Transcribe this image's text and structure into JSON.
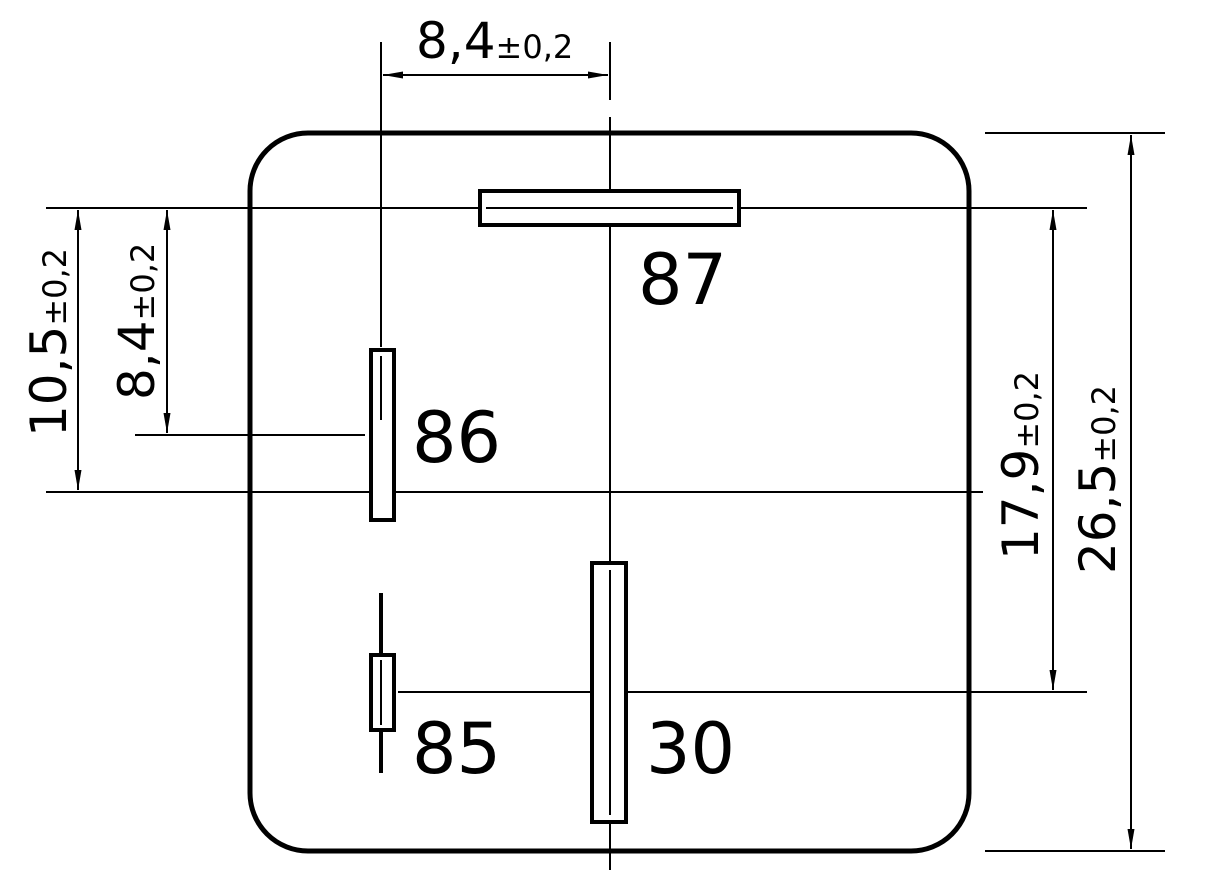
{
  "pins": {
    "p87": "87",
    "p86": "86",
    "p85": "85",
    "p30": "30"
  },
  "dimensions": {
    "top_spacing": {
      "value": "8,4",
      "tolerance": "±0,2"
    },
    "left_outer": {
      "value": "10,5",
      "tolerance": "±0,2"
    },
    "left_inner": {
      "value": "8,4",
      "tolerance": "±0,2"
    },
    "right_inner": {
      "value": "17,9",
      "tolerance": "±0,2"
    },
    "right_outer": {
      "value": "26,5",
      "tolerance": "±0,2"
    }
  }
}
